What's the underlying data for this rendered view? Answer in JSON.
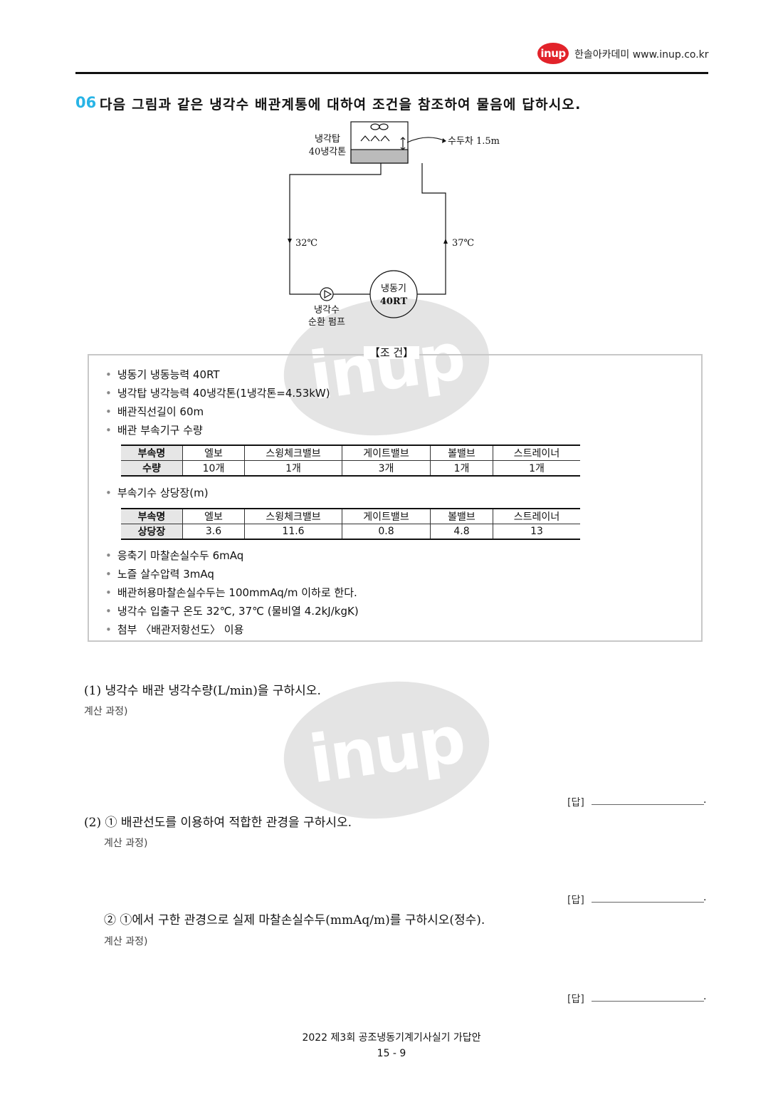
{
  "header": {
    "logo": "inup",
    "brand": "한솔아카데미 www.inup.co.kr"
  },
  "watermark": "inup",
  "question": {
    "number": "06",
    "title": "다음 그림과 같은 냉각수 배관계통에 대하여 조건을 참조하여 물음에 답하시오."
  },
  "diagram": {
    "tower_label_1": "냉각탑",
    "tower_label_2": "40냉각톤",
    "head_label": "수두차 1.5m",
    "left_temp": "32℃",
    "right_temp": "37℃",
    "chiller_1": "냉동기",
    "chiller_2": "40RT",
    "pump_1": "냉각수",
    "pump_2": "순환 펌프"
  },
  "conditions": {
    "title": "【조 건】",
    "items": [
      "냉동기 냉동능력 40RT",
      "냉각탑 냉각능력 40냉각톤(1냉각톤=4.53kW)",
      "배관직선길이 60m",
      "배관 부속기구 수량"
    ],
    "table1": {
      "headers": [
        "부속명",
        "엘보",
        "스윙체크밸브",
        "게이트밸브",
        "볼밸브",
        "스트레이너"
      ],
      "row": [
        "수량",
        "10개",
        "1개",
        "3개",
        "1개",
        "1개"
      ]
    },
    "item_equiv": "부속기수 상당장(m)",
    "table2": {
      "headers": [
        "부속명",
        "엘보",
        "스윙체크밸브",
        "게이트밸브",
        "볼밸브",
        "스트레이너"
      ],
      "row": [
        "상당장",
        "3.6",
        "11.6",
        "0.8",
        "4.8",
        "13"
      ]
    },
    "items2": [
      "응축기 마찰손실수두 6mAq",
      "노즐 살수압력 3mAq",
      "배관허용마찰손실수두는 100mmAq/m 이하로 한다.",
      "냉각수 입출구 온도 32℃, 37℃ (물비열 4.2kJ/kgK)",
      "첨부 〈배관저항선도〉 이용"
    ],
    "bullet": "•"
  },
  "subquestions": {
    "q1": "(1) 냉각수 배관 냉각수량(L/min)을 구하시오.",
    "q2_1": "(2) ① 배관선도를 이용하여 적합한 관경을 구하시오.",
    "q2_2": "② ①에서 구한 관경으로 실제 마찰손실수두(mmAq/m)를 구하시오(정수).",
    "calc_label": "계산 과정)",
    "answer_label": "[답]",
    "answer_end": "."
  },
  "footer": {
    "title": "2022 제3회 공조냉동기계기사실기 가답안",
    "page": "15 - 9"
  }
}
